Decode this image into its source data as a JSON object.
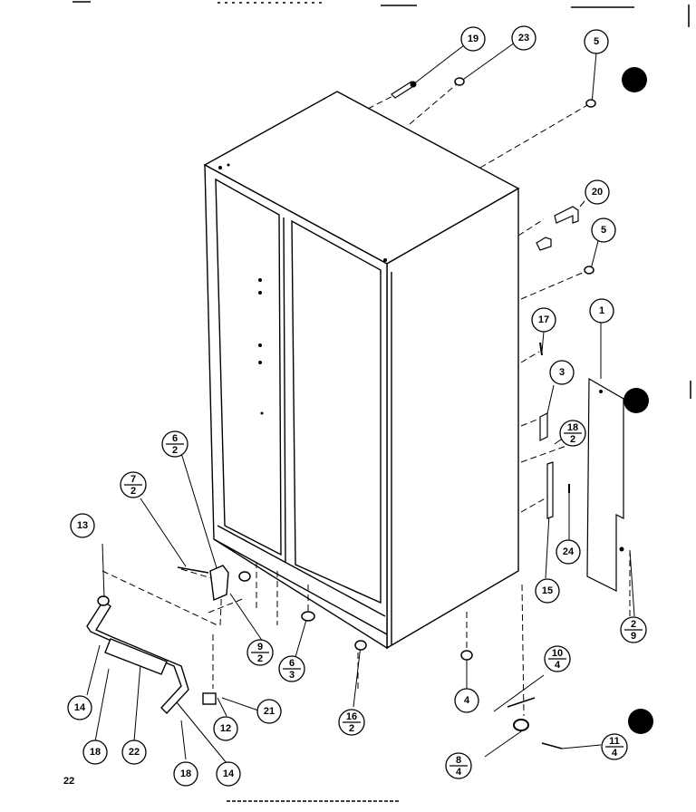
{
  "page_number": "22",
  "callouts": {
    "c1": "1",
    "c3": "3",
    "c4": "4",
    "c5a": "5",
    "c5b": "5",
    "c12": "12",
    "c13": "13",
    "c14a": "14",
    "c14b": "14",
    "c15": "15",
    "c17": "17",
    "c18a": "18",
    "c18b": "18",
    "c19": "19",
    "c20": "20",
    "c21": "21",
    "c22": "22",
    "c23": "23",
    "c24": "24"
  },
  "fraction_callouts": {
    "f6_2": {
      "num": "6",
      "den": "2"
    },
    "f7_2": {
      "num": "7",
      "den": "2"
    },
    "f9_2": {
      "num": "9",
      "den": "2"
    },
    "f6_3": {
      "num": "6",
      "den": "3"
    },
    "f16_2": {
      "num": "16",
      "den": "2"
    },
    "f18_2": {
      "num": "18",
      "den": "2"
    },
    "f2_9": {
      "num": "2",
      "den": "9"
    },
    "f10_4": {
      "num": "10",
      "den": "4"
    },
    "f11_4": {
      "num": "11",
      "den": "4"
    },
    "f8_4": {
      "num": "8",
      "den": "4"
    }
  },
  "colors": {
    "ink": "#000000",
    "paper": "#ffffff"
  }
}
